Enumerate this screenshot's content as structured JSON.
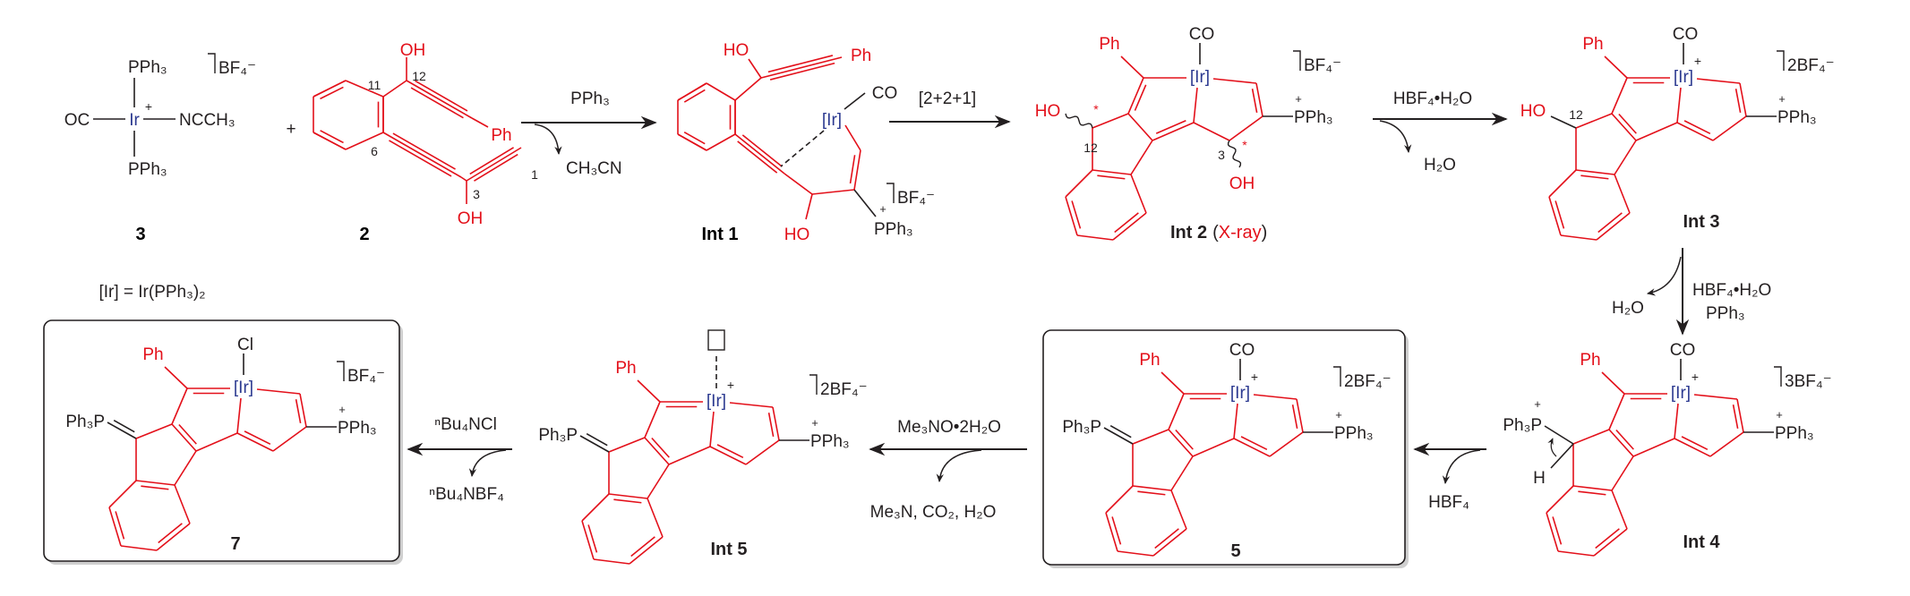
{
  "compounds": {
    "c3": {
      "label": "3",
      "oc": "OC",
      "ir": "Ir",
      "charge": "+",
      "ligand": "NCCH₃",
      "pph3_top": "PPh₃",
      "pph3_bottom": "PPh₃",
      "anion": "BF₄⁻"
    },
    "c2": {
      "label": "2",
      "oh_top": "OH",
      "oh_bottom": "OH",
      "ph": "Ph",
      "num_11": "11",
      "num_12": "12",
      "num_6": "6",
      "num_3": "3",
      "num_1": "1"
    },
    "int1": {
      "label": "Int 1",
      "ho_top": "HO",
      "ph": "Ph",
      "ir": "[Ir]",
      "co": "CO",
      "ho_bottom": "HO",
      "p_charge": "+",
      "pph3": "PPh₃",
      "anion": "BF₄⁻"
    },
    "int2": {
      "label": "Int 2",
      "note_open": "(",
      "note": "X-ray",
      "note_close": ")",
      "ph": "Ph",
      "ir": "[Ir]",
      "top": "CO",
      "p_charge": "+",
      "pph3": "PPh₃",
      "anion": "BF₄⁻",
      "ho": "HO",
      "oh": "OH",
      "num_12": "12",
      "num_3": "3",
      "star_12": "*",
      "star_3": "*"
    },
    "int3": {
      "label": "Int 3",
      "ph": "Ph",
      "ir": "[Ir]",
      "top": "CO",
      "ir_charge": "+",
      "p_charge": "+",
      "pph3": "PPh₃",
      "anion": "2BF₄⁻",
      "ho": "HO",
      "num_12": "12"
    },
    "int4": {
      "label": "Int 4",
      "ph": "Ph",
      "ir": "[Ir]",
      "top": "CO",
      "ir_charge": "+",
      "p_charge": "+",
      "pph3": "PPh₃",
      "anion": "3BF₄⁻",
      "left_p": "Ph₃P",
      "left_p_charge": "+",
      "h": "H"
    },
    "c5": {
      "label": "5",
      "ph": "Ph",
      "ir": "[Ir]",
      "top": "CO",
      "ir_charge": "+",
      "p_charge": "+",
      "pph3": "PPh₃",
      "anion": "2BF₄⁻",
      "left_p": "Ph₃P"
    },
    "int5": {
      "label": "Int 5",
      "ph": "Ph",
      "ir": "[Ir]",
      "ir_charge": "+",
      "p_charge": "+",
      "pph3": "PPh₃",
      "anion": "2BF₄⁻",
      "left_p": "Ph₃P"
    },
    "c7": {
      "label": "7",
      "ph": "Ph",
      "ir": "[Ir]",
      "top": "Cl",
      "p_charge": "+",
      "pph3": "PPh₃",
      "anion": "BF₄⁻",
      "left_p": "Ph₃P"
    }
  },
  "plus_sign": "+",
  "definition": "[Ir] = Ir(PPh₃)₂",
  "arrows": {
    "a1": {
      "above": "PPh₃",
      "byproduct": "CH₃CN"
    },
    "a2": {
      "above": "[2+2+1]"
    },
    "a3": {
      "above": "HBF₄•H₂O",
      "byproduct": "H₂O"
    },
    "a4": {
      "reagent1": "HBF₄•H₂O",
      "reagent2": "PPh₃",
      "byproduct": "H₂O"
    },
    "a5": {
      "byproduct": "HBF₄"
    },
    "a6": {
      "above": "Me₃NO•2H₂O",
      "byproduct": "Me₃N, CO₂, H₂O"
    },
    "a7": {
      "above": "ⁿBu₄NCl",
      "byproduct": "ⁿBu₄NBF₄"
    }
  },
  "colors": {
    "fragment": "#e3101a",
    "metal": "#2b3990",
    "ink": "#231f20"
  }
}
